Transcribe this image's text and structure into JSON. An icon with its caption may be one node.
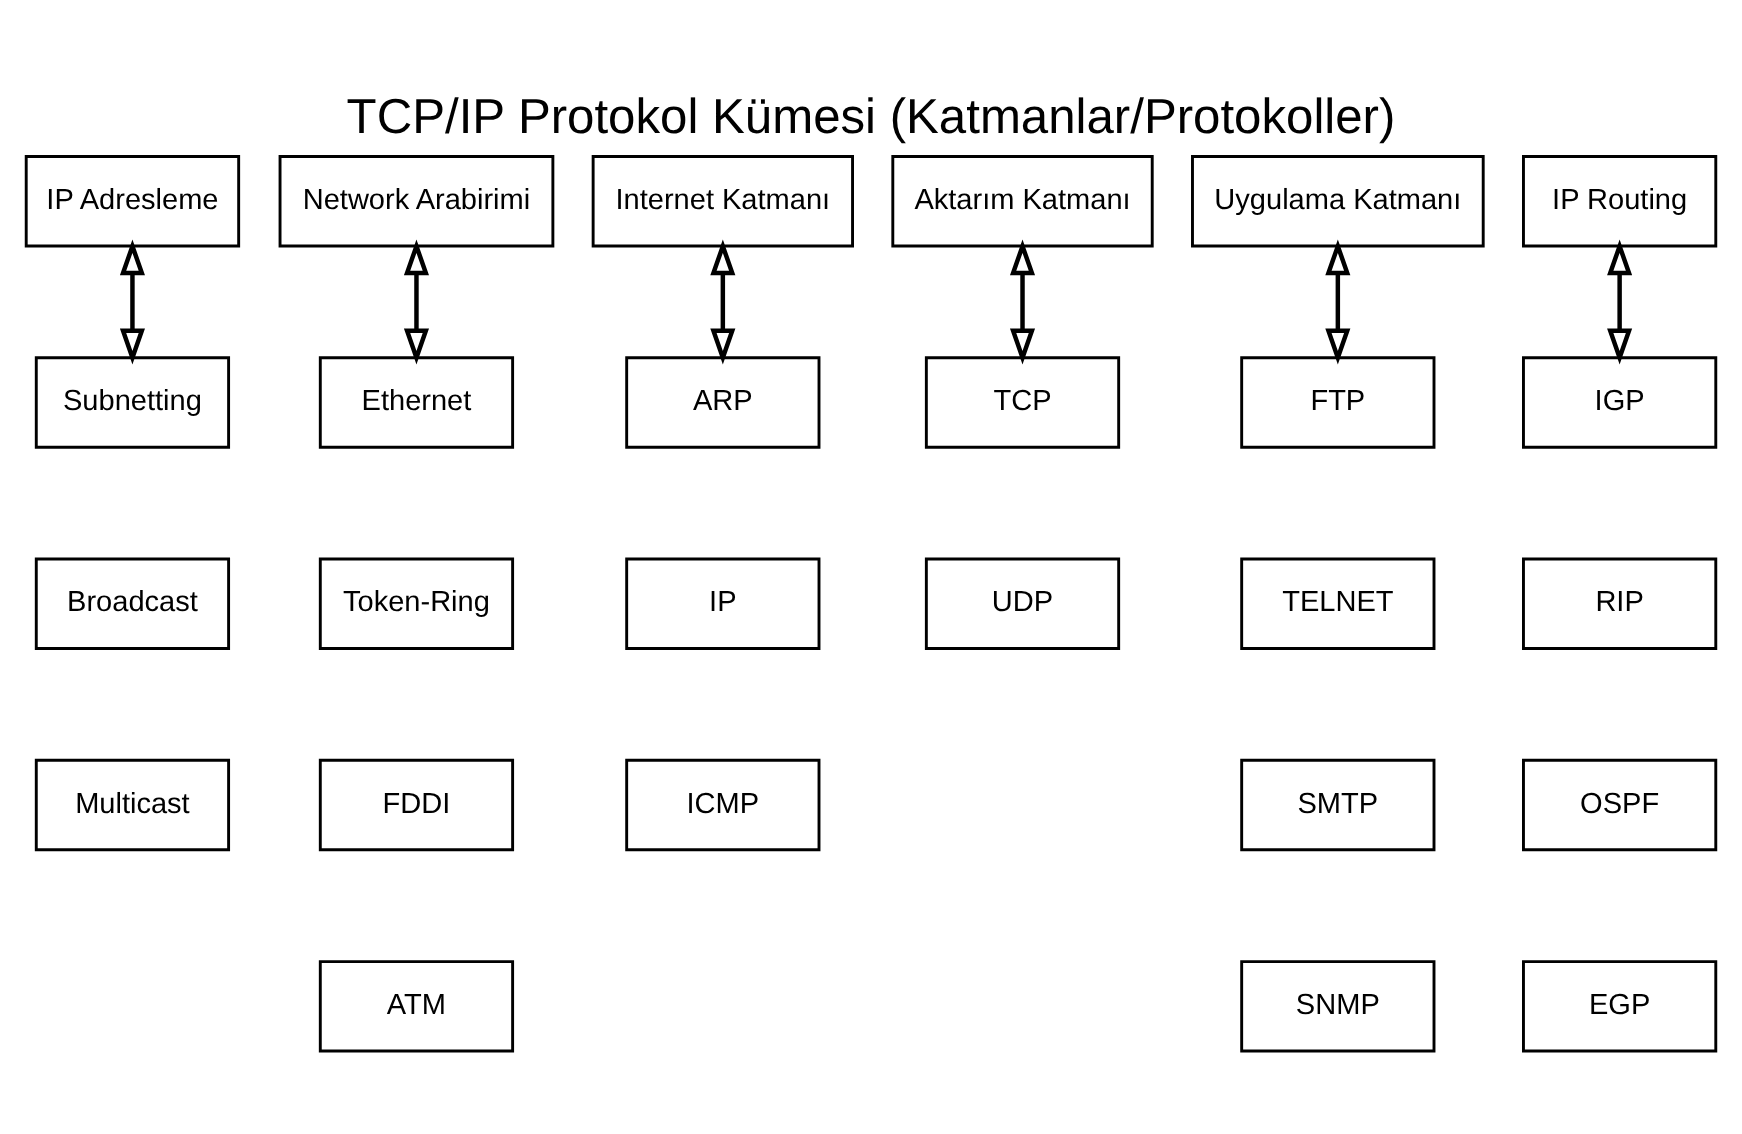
{
  "diagram": {
    "title": "TCP/IP Protokol Kümesi (Katmanlar/Protokoller)",
    "nodes": [
      {
        "text": [
          "IP Adresleme"
        ]
      },
      {
        "text": [
          "Network Arabirimi"
        ]
      },
      {
        "text": [
          "Internet Katmanı"
        ]
      },
      {
        "text": [
          "Aktarım Katmanı"
        ]
      },
      {
        "text": [
          "Uygulama Katmanı"
        ]
      },
      {
        "text": [
          "IP Routing"
        ]
      },
      {
        "text": [
          "Subnetting"
        ]
      },
      {
        "text": [
          "Ethernet"
        ]
      },
      {
        "text": [
          "ARP"
        ]
      },
      {
        "text": [
          "TCP"
        ]
      },
      {
        "text": [
          "FTP"
        ]
      },
      {
        "text": [
          "IGP"
        ]
      },
      {
        "text": [
          "Broadcast"
        ]
      },
      {
        "text": [
          "Token-Ring"
        ]
      },
      {
        "text": [
          "IP"
        ]
      },
      {
        "text": [
          "UDP"
        ]
      },
      {
        "text": [
          "TELNET"
        ]
      },
      {
        "text": [
          "RIP"
        ]
      },
      {
        "text": [
          "Multicast"
        ]
      },
      {
        "text": [
          "FDDI"
        ]
      },
      {
        "text": [
          "ICMP"
        ]
      },
      {
        "text": [
          "SMTP"
        ]
      },
      {
        "text": [
          "OSPF"
        ]
      },
      {
        "text": [
          "ATM"
        ]
      },
      {
        "text": [
          "SNMP"
        ]
      },
      {
        "text": [
          "EGP"
        ]
      }
    ],
    "edges": [
      {
        "from": 0,
        "to": 6,
        "arrow": "both"
      },
      {
        "from": 1,
        "to": 7,
        "arrow": "both"
      },
      {
        "from": 2,
        "to": 8,
        "arrow": "both"
      },
      {
        "from": 3,
        "to": 9,
        "arrow": "both"
      },
      {
        "from": 4,
        "to": 10,
        "arrow": "both"
      },
      {
        "from": 5,
        "to": 11,
        "arrow": "both"
      }
    ]
  }
}
